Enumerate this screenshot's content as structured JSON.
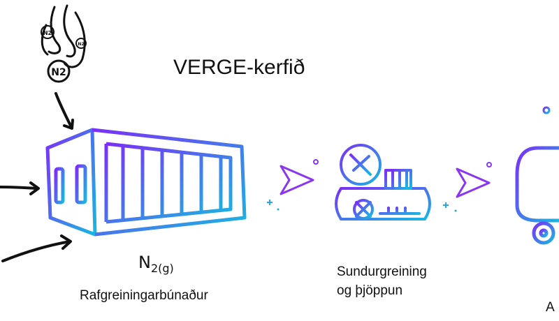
{
  "diagram": {
    "title": "VERGE-kerfið",
    "n2_badge": "N2",
    "n2_small": "N2",
    "product_formula": "N",
    "product_subscript": "2(g)",
    "stage1_label": "Rafgreiningarbúnaður",
    "stage2_line1": "Sundurgreining",
    "stage2_line2": "og þjöppun",
    "stage3_label_fragment": "A"
  },
  "colors": {
    "gradient_start": "#7b2ff7",
    "gradient_end": "#18b8e0",
    "ink": "#111111"
  },
  "icons": [
    "air-nitrogen-icon",
    "electrolyzer-container-icon",
    "separation-compression-icon",
    "tanker-truck-icon",
    "flow-arrow-icon"
  ]
}
